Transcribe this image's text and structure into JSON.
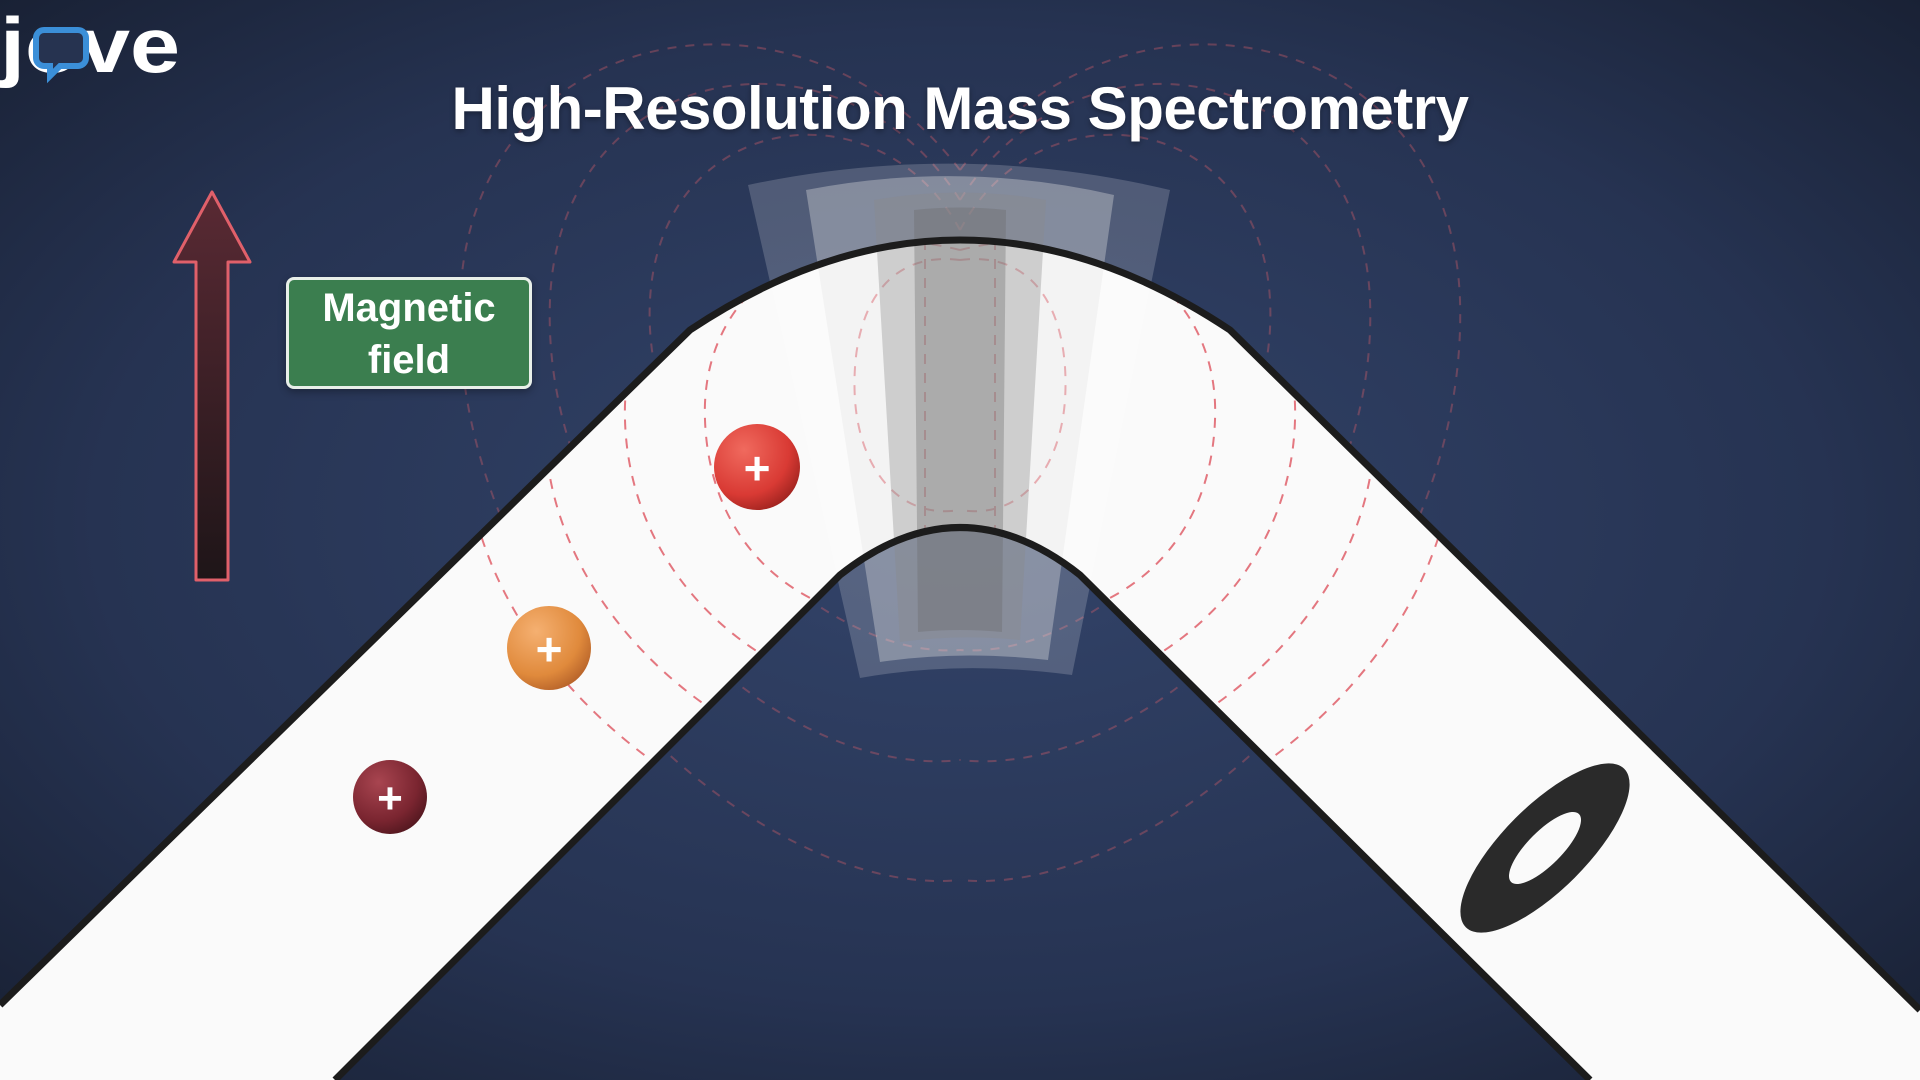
{
  "title": "High-Resolution Mass Spectrometry",
  "logo": {
    "text": "jove",
    "icon": "speech-bubble-o-icon"
  },
  "field_label": {
    "line1": "Magnetic",
    "line2": "field"
  },
  "field_arrow": {
    "icon": "arrow-up-icon",
    "color": "#e0606a"
  },
  "ions": [
    {
      "name": "ion-red",
      "sign": "+",
      "color": "#d93a34"
    },
    {
      "name": "ion-orange",
      "sign": "+",
      "color": "#e08a3c"
    },
    {
      "name": "ion-dark-red",
      "sign": "+",
      "color": "#7a2530"
    }
  ],
  "colors": {
    "background": "#263350",
    "tube": "#fafafa",
    "tube_outline": "#1c1c1c",
    "field_lines": "#e0606a",
    "label_green": "#3b7e4f"
  }
}
